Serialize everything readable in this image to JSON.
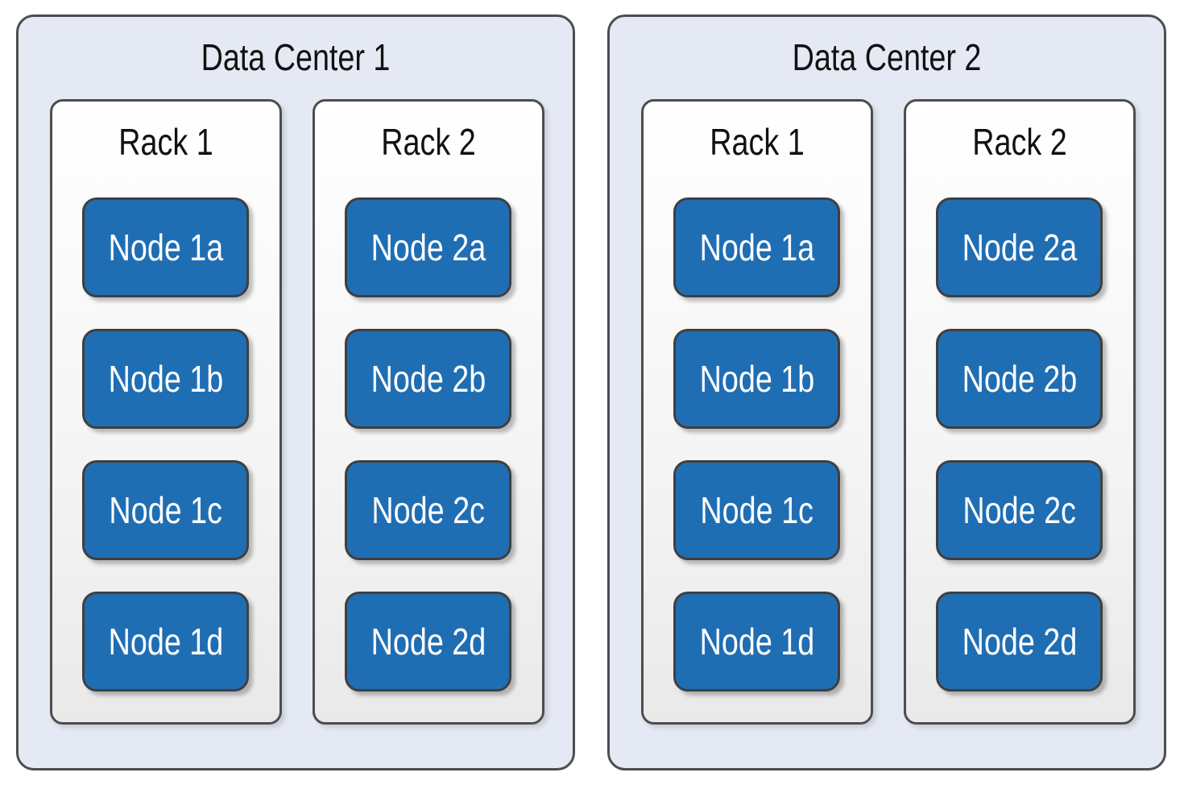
{
  "colors": {
    "datacenter_fill": "#e4e9f4",
    "node_fill": "#1f6eb4",
    "border": "#4d4d4d",
    "node_text": "#ffffff"
  },
  "datacenters": [
    {
      "title": "Data Center 1",
      "racks": [
        {
          "title": "Rack 1",
          "nodes": [
            "Node 1a",
            "Node 1b",
            "Node 1c",
            "Node 1d"
          ]
        },
        {
          "title": "Rack 2",
          "nodes": [
            "Node 2a",
            "Node 2b",
            "Node 2c",
            "Node 2d"
          ]
        }
      ]
    },
    {
      "title": "Data Center 2",
      "racks": [
        {
          "title": "Rack 1",
          "nodes": [
            "Node 1a",
            "Node 1b",
            "Node 1c",
            "Node 1d"
          ]
        },
        {
          "title": "Rack 2",
          "nodes": [
            "Node 2a",
            "Node 2b",
            "Node 2c",
            "Node 2d"
          ]
        }
      ]
    }
  ]
}
